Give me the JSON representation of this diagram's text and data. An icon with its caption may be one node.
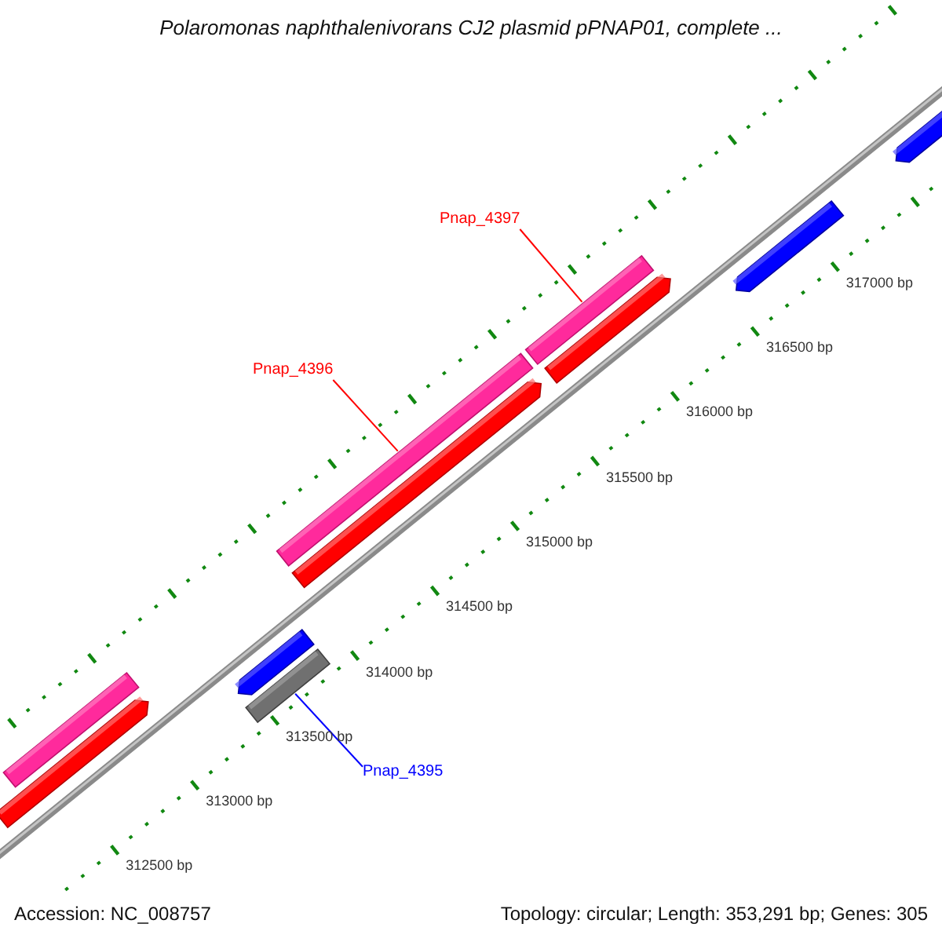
{
  "diagram": {
    "title": "Polaromonas naphthalenivorans CJ2 plasmid pPNAP01, complete ...",
    "nodes": [
      {
        "text": [
          "Pnap_4397"
        ]
      },
      {
        "text": [
          "Pnap_4396"
        ]
      },
      {
        "text": [
          "Pnap_4395"
        ]
      },
      {
        "text": [],
        "shape": "bar"
      },
      {
        "text": [],
        "shape": "arrow"
      },
      {
        "text": [],
        "shape": "arrow"
      },
      {
        "text": [],
        "shape": "bar"
      },
      {
        "text": [],
        "shape": "bar"
      },
      {
        "text": [],
        "shape": "arrow"
      },
      {
        "text": [],
        "shape": "bar"
      },
      {
        "text": [],
        "shape": "arrow"
      },
      {
        "text": [],
        "shape": "arrow"
      },
      {
        "text": [],
        "shape": "arrow"
      }
    ],
    "edges": [
      {
        "from": 0,
        "to": 9,
        "arrow": "none"
      },
      {
        "from": 1,
        "to": 7,
        "arrow": "none"
      },
      {
        "from": 2,
        "to": 6,
        "arrow": "none",
        "color": "#0000ff"
      }
    ],
    "labels": [
      "312500 bp",
      "313000 bp",
      "313500 bp",
      "314000 bp",
      "314500 bp",
      "315000 bp",
      "315500 bp",
      "316000 bp",
      "316500 bp",
      "317000 bp",
      "Accession: NC_008757",
      "Topology: circular; Length: 353,291 bp; Genes: 305"
    ]
  }
}
